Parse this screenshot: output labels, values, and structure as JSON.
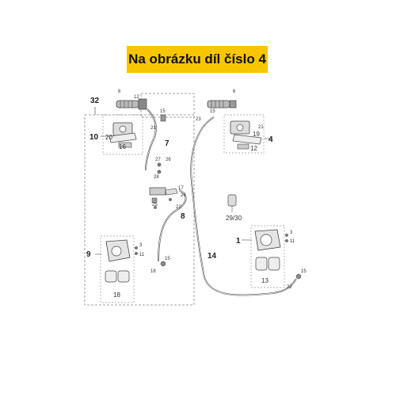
{
  "banner": {
    "text": "Na obrázku díl číslo 4",
    "color": "#f7c600"
  },
  "callouts": {
    "c32": "32",
    "c10": "10",
    "c20": "20",
    "c16": "16",
    "c7": "7",
    "c8": "8",
    "c9": "9",
    "c18": "18",
    "c4": "4",
    "c12": "12",
    "c19": "19",
    "c1": "1",
    "c13": "13",
    "c14": "14",
    "c2930": "29/30"
  },
  "small_numbers": {
    "n6a": "6",
    "n6b": "6",
    "n12": "12",
    "n15a": "15",
    "n21a": "21",
    "n23": "23",
    "n15b": "15",
    "n21b": "21",
    "n27": "27",
    "n26": "26",
    "n28": "28",
    "n17": "17",
    "n24": "24",
    "n25": "25",
    "n22": "22",
    "n3a": "3",
    "n11a": "11",
    "n3b": "3",
    "n11b": "11",
    "n15c": "15",
    "n18s": "18",
    "n15d": "15",
    "n22b": "22"
  }
}
